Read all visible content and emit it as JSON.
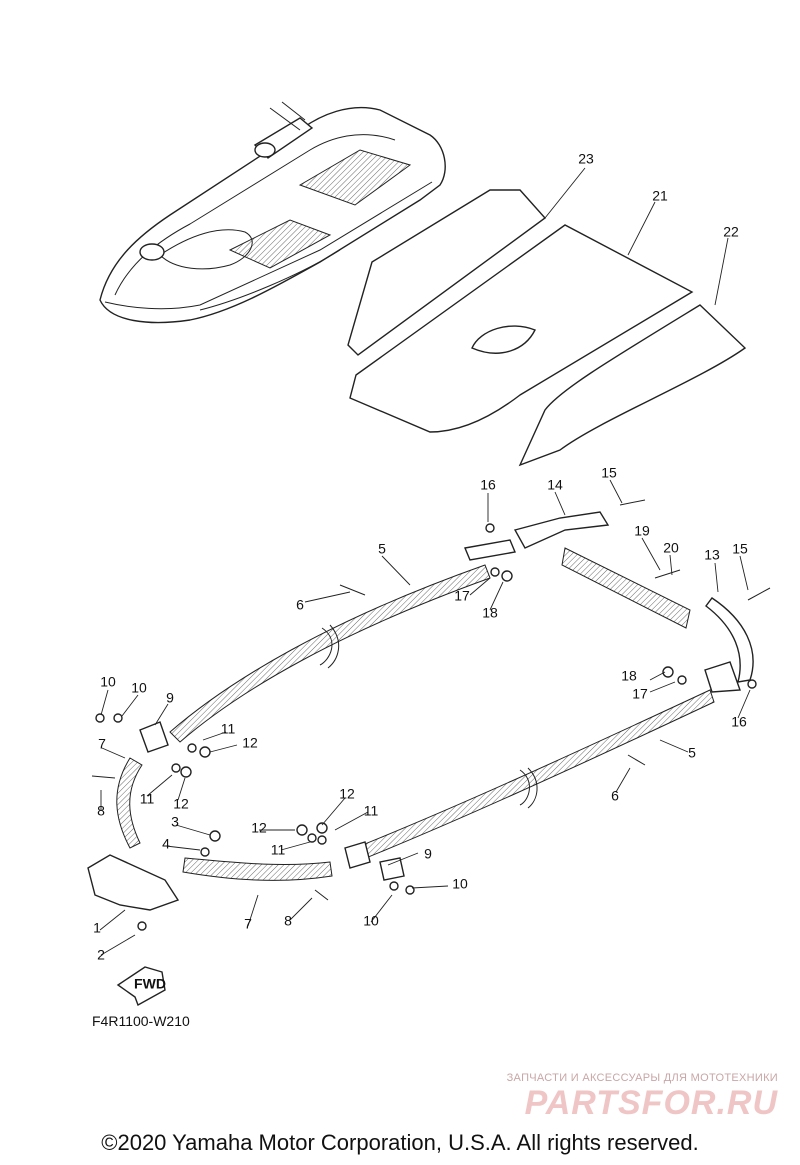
{
  "diagram": {
    "code": "F4R1100-W210",
    "fwd_label": "FWD",
    "callouts": [
      {
        "id": "c23",
        "label": "23"
      },
      {
        "id": "c21",
        "label": "21"
      },
      {
        "id": "c22",
        "label": "22"
      },
      {
        "id": "c16a",
        "label": "16"
      },
      {
        "id": "c14",
        "label": "14"
      },
      {
        "id": "c15a",
        "label": "15"
      },
      {
        "id": "c5a",
        "label": "5"
      },
      {
        "id": "c19",
        "label": "19"
      },
      {
        "id": "c20",
        "label": "20"
      },
      {
        "id": "c13",
        "label": "13"
      },
      {
        "id": "c15b",
        "label": "15"
      },
      {
        "id": "c6a",
        "label": "6"
      },
      {
        "id": "c17a",
        "label": "17"
      },
      {
        "id": "c18a",
        "label": "18"
      },
      {
        "id": "c10a",
        "label": "10"
      },
      {
        "id": "c10b",
        "label": "10"
      },
      {
        "id": "c9a",
        "label": "9"
      },
      {
        "id": "c18b",
        "label": "18"
      },
      {
        "id": "c17b",
        "label": "17"
      },
      {
        "id": "c16b",
        "label": "16"
      },
      {
        "id": "c11a",
        "label": "11"
      },
      {
        "id": "c12a",
        "label": "12"
      },
      {
        "id": "c7a",
        "label": "7"
      },
      {
        "id": "c5b",
        "label": "5"
      },
      {
        "id": "c11b",
        "label": "11"
      },
      {
        "id": "c12b",
        "label": "12"
      },
      {
        "id": "c8a",
        "label": "8"
      },
      {
        "id": "c6b",
        "label": "6"
      },
      {
        "id": "c12c",
        "label": "12"
      },
      {
        "id": "c11c",
        "label": "11"
      },
      {
        "id": "c3",
        "label": "3"
      },
      {
        "id": "c12d",
        "label": "12"
      },
      {
        "id": "c11d",
        "label": "11"
      },
      {
        "id": "c4",
        "label": "4"
      },
      {
        "id": "c9b",
        "label": "9"
      },
      {
        "id": "c10c",
        "label": "10"
      },
      {
        "id": "c1",
        "label": "1"
      },
      {
        "id": "c8b",
        "label": "8"
      },
      {
        "id": "c7b",
        "label": "7"
      },
      {
        "id": "c10d",
        "label": "10"
      },
      {
        "id": "c2",
        "label": "2"
      }
    ]
  },
  "watermark": {
    "tagline": "ЗАПЧАСТИ И АКСЕССУАРЫ ДЛЯ МОТОТЕХНИКИ",
    "logo": "PARTSFOR.RU"
  },
  "footer": {
    "copyright": "©2020 Yamaha Motor Corporation, U.S.A. All rights reserved."
  },
  "colors": {
    "line": "#222222",
    "watermark": "#efc5c5"
  }
}
